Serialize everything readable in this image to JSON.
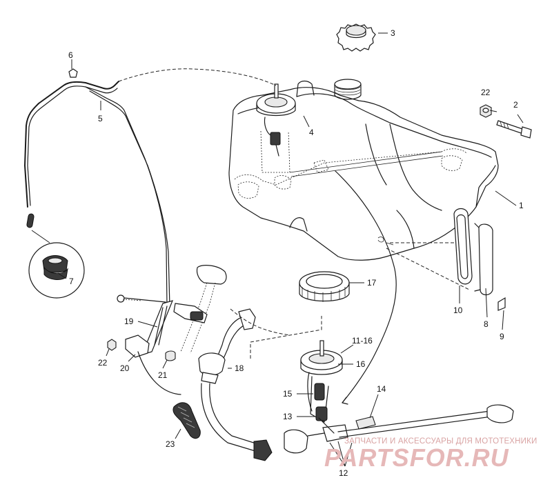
{
  "diagram": {
    "labels": {
      "l1": "1",
      "l2": "2",
      "l3": "3",
      "l4": "4",
      "l5": "5",
      "l6": "6",
      "l7": "7",
      "l8": "8",
      "l9": "9",
      "l10": "10",
      "l11_16": "11-16",
      "l12": "12",
      "l13": "13",
      "l14": "14",
      "l15": "15",
      "l16": "16",
      "l17": "17",
      "l18": "18",
      "l19": "19",
      "l20": "20",
      "l21": "21",
      "l22a": "22",
      "l22b": "22",
      "l23": "23"
    }
  },
  "watermark": {
    "tagline": "ЗАПЧАСТИ И АКСЕССУАРЫ ДЛЯ МОТОТЕХНИКИ",
    "brand": "PARTSFOR.RU"
  }
}
